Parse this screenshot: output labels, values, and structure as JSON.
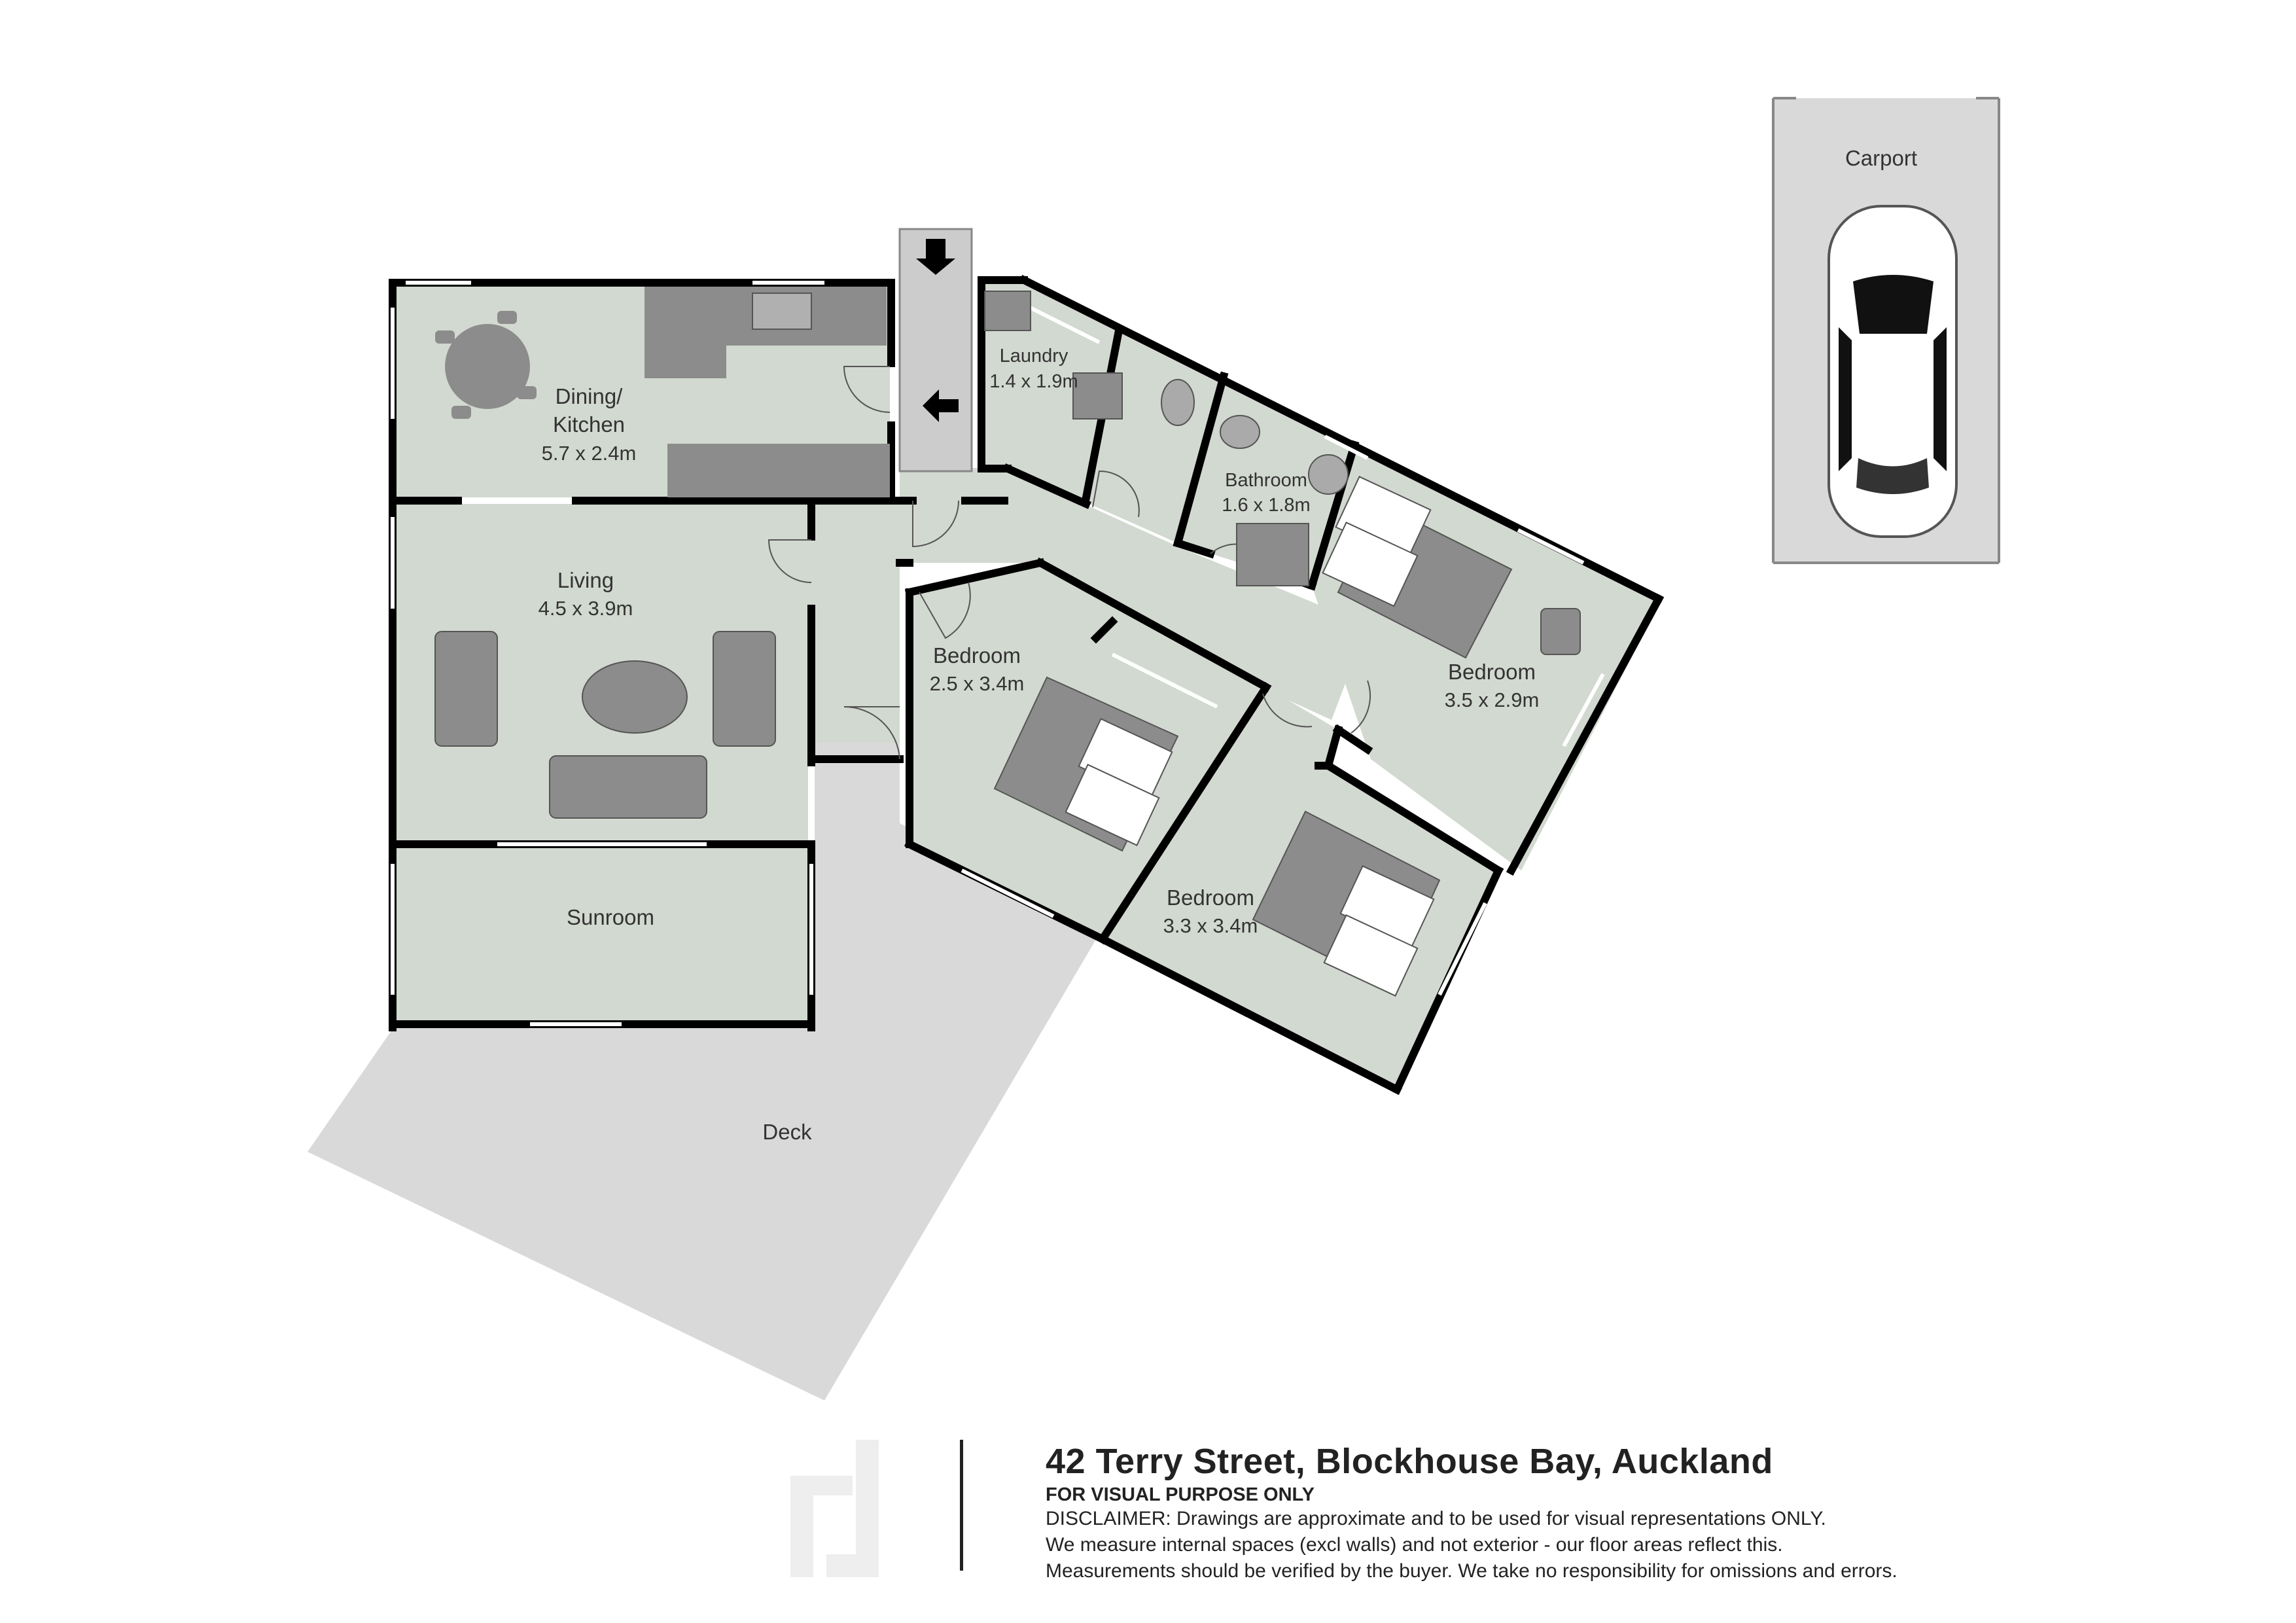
{
  "rooms": {
    "dining_kitchen": {
      "label_line1": "Dining/",
      "label_line2": "Kitchen",
      "dims": "5.7 x 2.4m"
    },
    "living": {
      "label": "Living",
      "dims": "4.5 x 3.9m"
    },
    "sunroom": {
      "label": "Sunroom"
    },
    "deck": {
      "label": "Deck"
    },
    "laundry": {
      "label": "Laundry",
      "dims": "1.4 x 1.9m"
    },
    "bathroom": {
      "label": "Bathroom",
      "dims": "1.6 x 1.8m"
    },
    "bedroom_1": {
      "label": "Bedroom",
      "dims": "2.5 x 3.4m"
    },
    "bedroom_2": {
      "label": "Bedroom",
      "dims": "3.5 x 2.9m"
    },
    "bedroom_3": {
      "label": "Bedroom",
      "dims": "3.3 x 3.4m"
    },
    "carport": {
      "label": "Carport"
    }
  },
  "footer": {
    "address": "42 Terry Street, Blockhouse Bay, Auckland",
    "notice": "FOR VISUAL PURPOSE ONLY",
    "disclaimer_line1": "DISCLAIMER:  Drawings are approximate and to be used for visual representations ONLY.",
    "disclaimer_line2": "We measure internal spaces (excl walls) and not exterior - our floor areas reflect this.",
    "disclaimer_line3": "Measurements should be verified by the buyer. We take no responsibility for omissions and errors."
  },
  "colors": {
    "room_fill": "#d2d9d0",
    "deck_fill": "#d9d9d9",
    "wall": "#000000",
    "furniture": "#8c8c8c",
    "text": "#333333"
  }
}
